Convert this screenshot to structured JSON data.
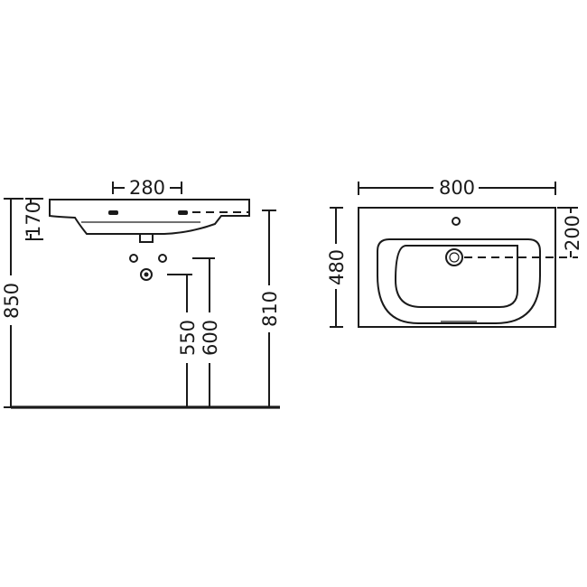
{
  "side_view": {
    "overall_height": "850",
    "rim_height": "810",
    "basin_depth": "170",
    "tap_hole_spacing": "280",
    "waste_height": "550",
    "supply_height": "600"
  },
  "top_view": {
    "width": "800",
    "depth": "480",
    "tap_hole_offset": "200"
  },
  "colors": {
    "line": "#1a1a1a",
    "background": "#ffffff"
  }
}
